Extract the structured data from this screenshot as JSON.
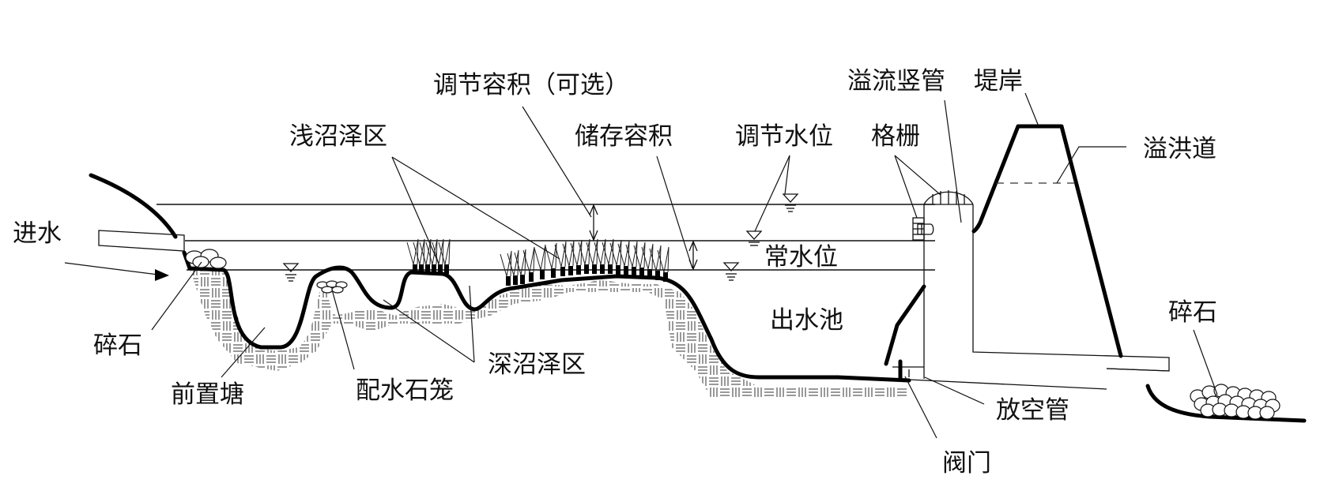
{
  "diagram": {
    "title": "Stormwater wetland cross-section",
    "labels": {
      "inflow": "进水",
      "gravel_left": "碎石",
      "forebay": "前置塘",
      "distribution_gabion": "配水石笼",
      "deep_marsh": "深沼泽区",
      "shallow_marsh": "浅沼泽区",
      "detention_volume": "调节容积（可选）",
      "storage_volume": "储存容积",
      "regulated_water_level": "调节水位",
      "normal_water_level": "常水位",
      "outlet_pool": "出水池",
      "trash_rack": "格栅",
      "overflow_riser": "溢流竖管",
      "embankment": "堤岸",
      "spillway": "溢洪道",
      "gravel_right": "碎石",
      "drain_pipe": "放空管",
      "valve": "阀门"
    },
    "colors": {
      "line": "#000000",
      "background": "#ffffff"
    }
  }
}
